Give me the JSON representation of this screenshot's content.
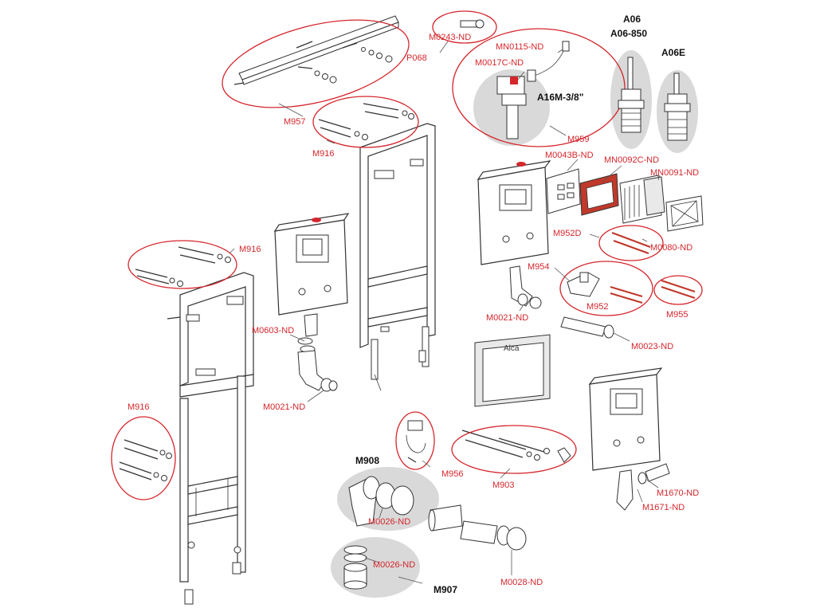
{
  "colors": {
    "accent": "#d4262c",
    "outline": "#333333",
    "shade": "#d9d9d9"
  },
  "brand_text": "Alca",
  "labels": {
    "m0243": "M0243-ND",
    "p068": "P068",
    "m957": "M957",
    "m916_top": "M916",
    "m916_left": "M916",
    "m916_low": "M916",
    "mn0115": "MN0115-ND",
    "m0017c": "M0017C-ND",
    "a16m": "A16M-3/8\"",
    "m959": "M959",
    "a06": "A06",
    "a06_850": "A06-850",
    "a06e": "A06E",
    "m0043b": "M0043B-ND",
    "mn0092c": "MN0092C-ND",
    "mn0091": "MN0091-ND",
    "m952d": "M952D",
    "m0080": "M0080-ND",
    "m954": "M954",
    "m952": "M952",
    "m955": "M955",
    "m0021_right": "M0021-ND",
    "m0023": "M0023-ND",
    "m0603": "M0603-ND",
    "m0021_left": "M0021-ND",
    "m956": "M956",
    "m903": "M903",
    "m908": "M908",
    "m0026_upper": "M0026-ND",
    "m0026_lower": "M0026-ND",
    "m907": "M907",
    "m0028": "M0028-ND",
    "m1670": "M1670-ND",
    "m1671": "M1671-ND"
  }
}
